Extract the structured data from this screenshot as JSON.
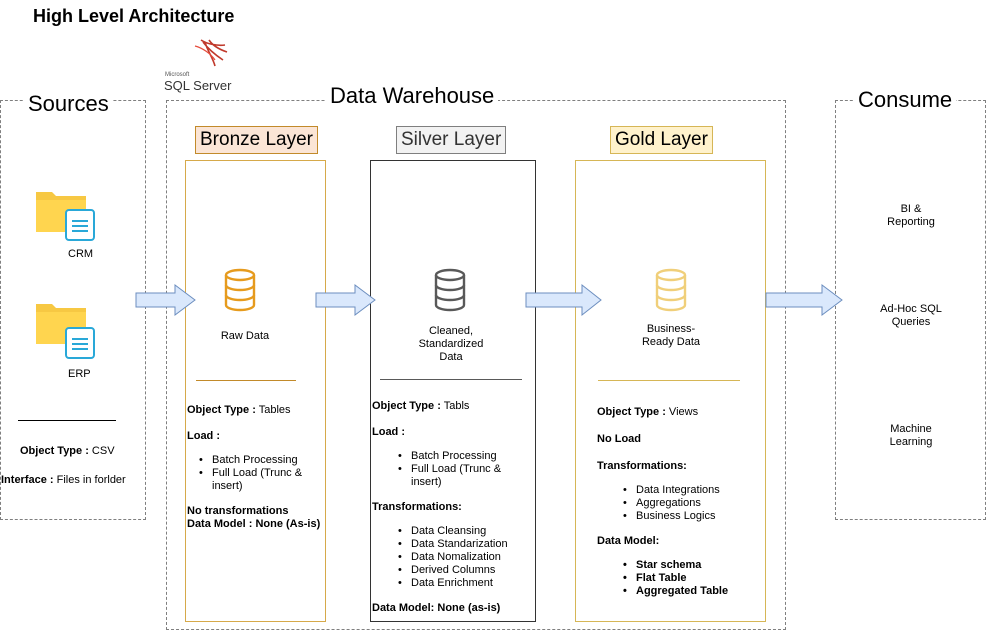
{
  "title": "High Level Architecture",
  "logo": {
    "vendor": "Microsoft",
    "product": "SQL Server"
  },
  "sources": {
    "title": "Sources",
    "items": [
      {
        "label": "CRM",
        "icon": "folder-document-icon"
      },
      {
        "label": "ERP",
        "icon": "folder-document-icon"
      }
    ],
    "object_type_label": "Object Type :",
    "object_type_value": " CSV",
    "interface_label": "Interface :",
    "interface_value": " Files in forlder"
  },
  "warehouse": {
    "title": "Data Warehouse",
    "bronze": {
      "label": "Bronze Layer",
      "color": "#c28a2a",
      "fill": "#fbe5d6",
      "icon_caption": "Raw Data",
      "object_type_label": "Object Type :",
      "object_type_value": " Tables",
      "load_label": "Load :",
      "load_items": [
        "Batch Processing",
        "Full Load (Trunc & insert)"
      ],
      "no_transform": "No transformations",
      "data_model": "Data Model : None (As-is)"
    },
    "silver": {
      "label": "Silver Layer",
      "color": "#5a5a5a",
      "fill": "#f2f2f2",
      "icon_caption": "Cleaned, Standardized Data",
      "object_type_label": "Object Type :",
      "object_type_value": " Tabls",
      "load_label": "Load :",
      "load_items": [
        "Batch Processing",
        "Full Load (Trunc & insert)"
      ],
      "transform_label": "Transformations:",
      "transform_items": [
        "Data Cleansing",
        "Data Standarization",
        "Data Nomalization",
        "Derived Columns",
        "Data Enrichment"
      ],
      "data_model": "Data Model: None (as-is)"
    },
    "gold": {
      "label": "Gold Layer",
      "color": "#d6b656",
      "fill": "#fff2cc",
      "icon_caption": "Business-Ready Data",
      "object_type_label": "Object Type :",
      "object_type_value": " Views",
      "no_load": "No Load",
      "transform_label": "Transformations:",
      "transform_items": [
        "Data Integrations",
        "Aggregations",
        "Business Logics"
      ],
      "data_model_label": "Data Model:",
      "data_model_items": [
        "Star schema",
        "Flat Table",
        "Aggregated Table"
      ]
    }
  },
  "consume": {
    "title": "Consume",
    "items": [
      "BI & Reporting",
      "Ad-Hoc SQL Queries",
      "Machine Learning"
    ]
  }
}
